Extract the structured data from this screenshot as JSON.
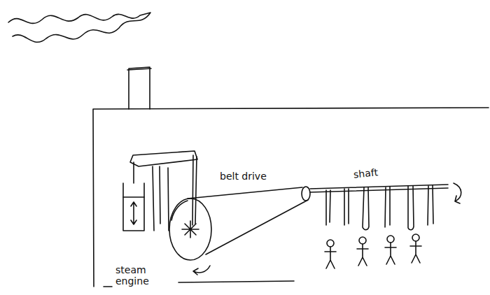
{
  "diagram": {
    "labels": [
      "belt drive",
      "shaft",
      "steam engine"
    ]
  }
}
